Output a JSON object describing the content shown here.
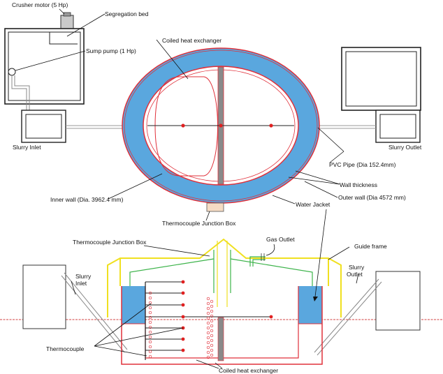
{
  "labels": {
    "crusher_motor": "Crusher motor (5 Hp)",
    "segregation_bed": "Segregation bed",
    "coiled_heat_exchanger_top": "Coiled heat exchanger",
    "sump_pump": "Sump pump (1 Hp)",
    "slurry_inlet_top": "Slurry Inlet",
    "slurry_outlet_top": "Slurry Outlet",
    "pvc_pipe": "PVC Pipe (Dia 152.4mm)",
    "wall_thickness": "Wall thickness",
    "outer_wall": "Outer wall (Dia 4572 mm)",
    "inner_wall": "Inner wall (Dia. 3962.4 mm)",
    "water_jacket": "Water Jacket",
    "thermocouple_junction_box_top": "Thermocouple Junction Box",
    "gas_outlet": "Gas Outlet",
    "thermocouple_junction_box_bottom": "Thermocouple Junction Box",
    "guide_frame": "Guide frame",
    "slurry_inlet_bottom_1": "Slurry",
    "slurry_inlet_bottom_2": "Inlet",
    "slurry_outlet_bottom_1": "Slurry",
    "slurry_outlet_bottom_2": "Outlet",
    "thermocouple": "Thermocouple",
    "coiled_heat_exchanger_bottom": "Coiled heat exchanger"
  },
  "colors": {
    "water_jacket": "#5aa7de",
    "wall_outline": "#e0303a",
    "frame": "#f0e020",
    "gas_line": "#3cb34a",
    "thermocouple_point": "#e02020",
    "center_baffle": "#8a8a8a",
    "ground": "#d04040",
    "junction_box": "#f6dcc4"
  }
}
